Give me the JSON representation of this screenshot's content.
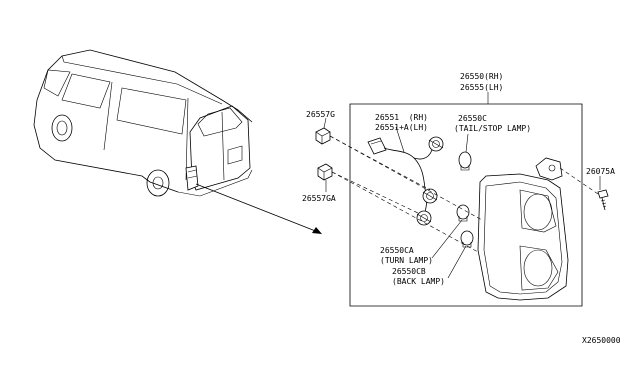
{
  "diagram": {
    "labels": {
      "housing_rh": "26550(RH)",
      "housing_lh": "26555(LH)",
      "bulb_tail_code": "26550C",
      "bulb_tail_name": "(TAIL/STOP LAMP)",
      "socket_rh": "26551  (RH)",
      "socket_lh": "26551+A(LH)",
      "clip_top": "26557G",
      "clip_bottom": "26557GA",
      "screw": "26075A",
      "bulb_turn_code": "26550CA",
      "bulb_turn_name": "(TURN LAMP)",
      "bulb_back_code": "26550CB",
      "bulb_back_name": "(BACK LAMP)",
      "diagram_id": "X2650000"
    }
  }
}
